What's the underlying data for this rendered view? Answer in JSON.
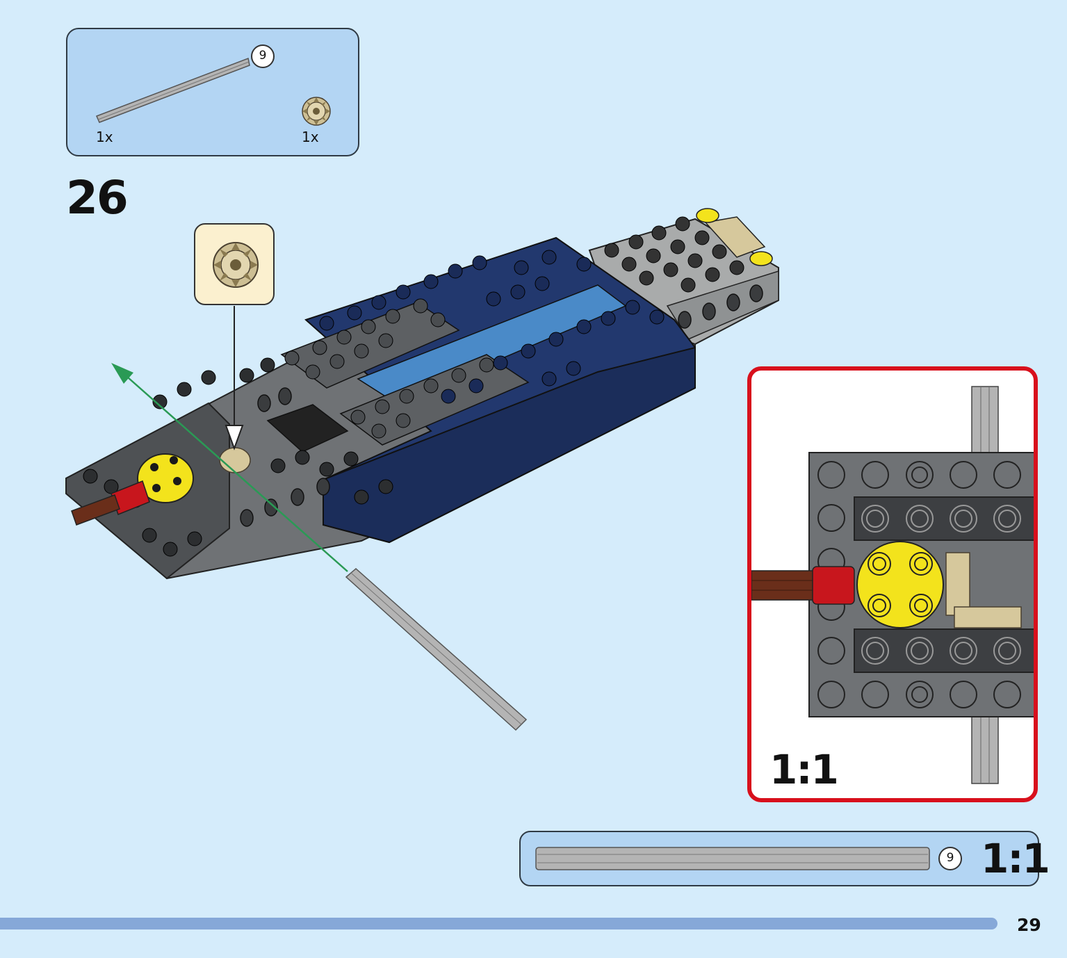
{
  "parts_list": {
    "items": [
      {
        "name": "axle",
        "length_label": "9",
        "quantity": "1x"
      },
      {
        "name": "gear",
        "quantity": "1x"
      }
    ]
  },
  "step": {
    "number": "26"
  },
  "inset": {
    "scale": "1:1"
  },
  "measure": {
    "length_label": "9",
    "scale": "1:1"
  },
  "page": {
    "number": "29"
  },
  "colors": {
    "page_bg": "#d5ecfb",
    "panel_bg": "#b3d5f3",
    "callout_bg": "#fbf0cf",
    "inset_border": "#d8101c",
    "progress": "#86a8d8",
    "arrow": "#2a9a55",
    "dark_blue": "#22386e",
    "dark_gray": "#55585b",
    "light_gray": "#a9abab",
    "tan": "#d6c89c",
    "yellow": "#f3e31c",
    "red": "#c8161d"
  }
}
